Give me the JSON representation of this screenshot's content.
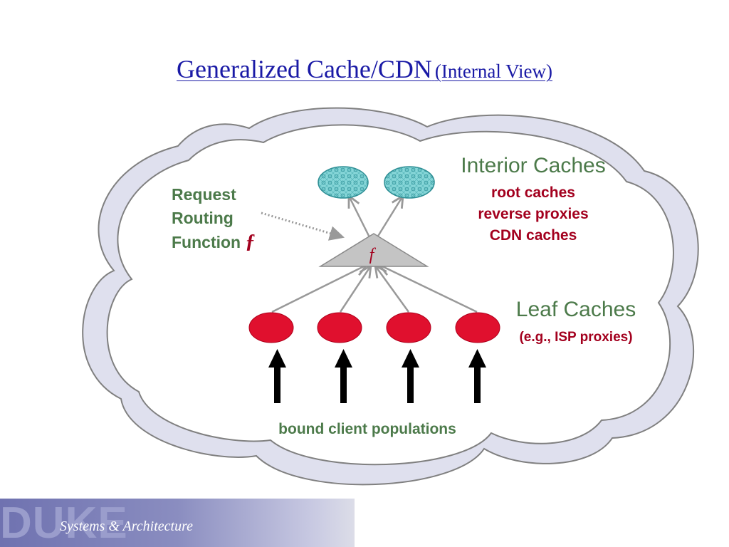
{
  "title": {
    "main": "Generalized Cache/CDN",
    "sub": "(Internal View)"
  },
  "routing": {
    "line1": "Request",
    "line2": "Routing",
    "line3": "Function",
    "symbol": "ƒ"
  },
  "function_node": {
    "symbol": "f"
  },
  "interior": {
    "title": "Interior Caches",
    "items": [
      "root caches",
      "reverse proxies",
      "CDN caches"
    ]
  },
  "leaf": {
    "title": "Leaf Caches",
    "subtitle": "(e.g., ISP proxies)"
  },
  "clients": {
    "label": "bound client populations"
  },
  "footer": {
    "logo": "DUKE",
    "tagline": "Systems & Architecture"
  },
  "colors": {
    "title_blue": "#1a1aa6",
    "label_green": "#4c7a4a",
    "label_red": "#a3001e",
    "leaf_red": "#e0102e",
    "interior_teal": "#7fd0d3",
    "cloud_outer": "#dfe0ee",
    "triangle_gray": "#c4c4c4"
  }
}
